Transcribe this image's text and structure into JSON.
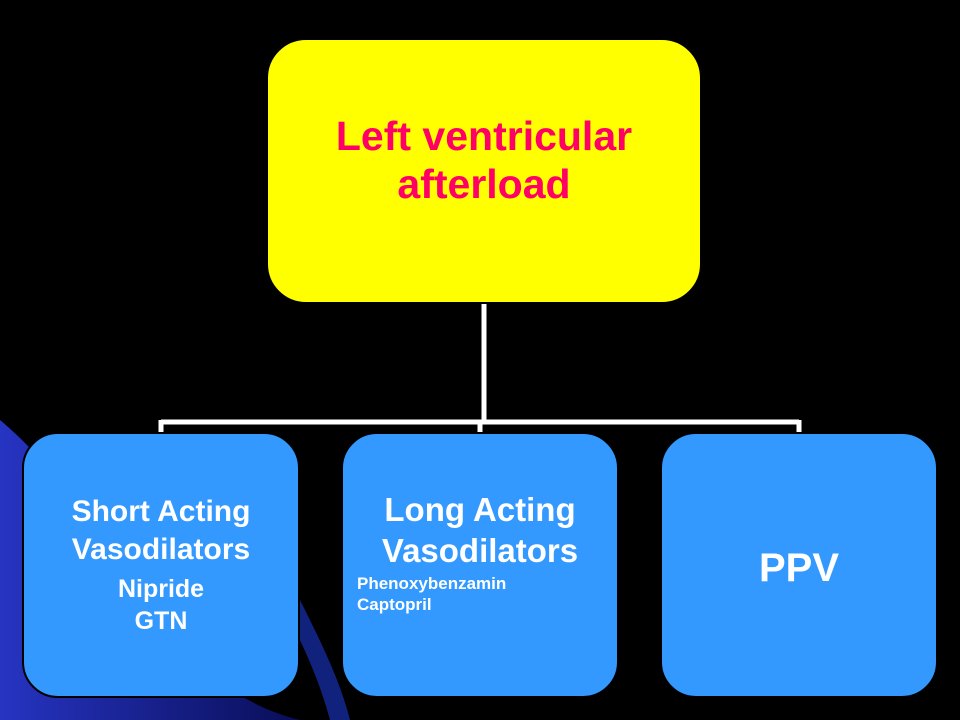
{
  "diagram": {
    "root": {
      "label": "Left ventricular\nafterload"
    },
    "children": [
      {
        "title": "Short Acting\nVasodilators",
        "items": [
          "Nipride",
          "GTN"
        ]
      },
      {
        "title": "Long Acting\nVasodilators",
        "items": [
          "Phenoxybenzamin",
          "Captopril"
        ]
      },
      {
        "title": "PPV",
        "items": []
      }
    ]
  },
  "colors": {
    "background": "#000000",
    "root_fill": "#ffff00",
    "root_text": "#ff0066",
    "child_fill": "#3399ff",
    "child_text": "#ffffff",
    "connector": "#ffffff",
    "swoosh": "#1a2fb8"
  }
}
